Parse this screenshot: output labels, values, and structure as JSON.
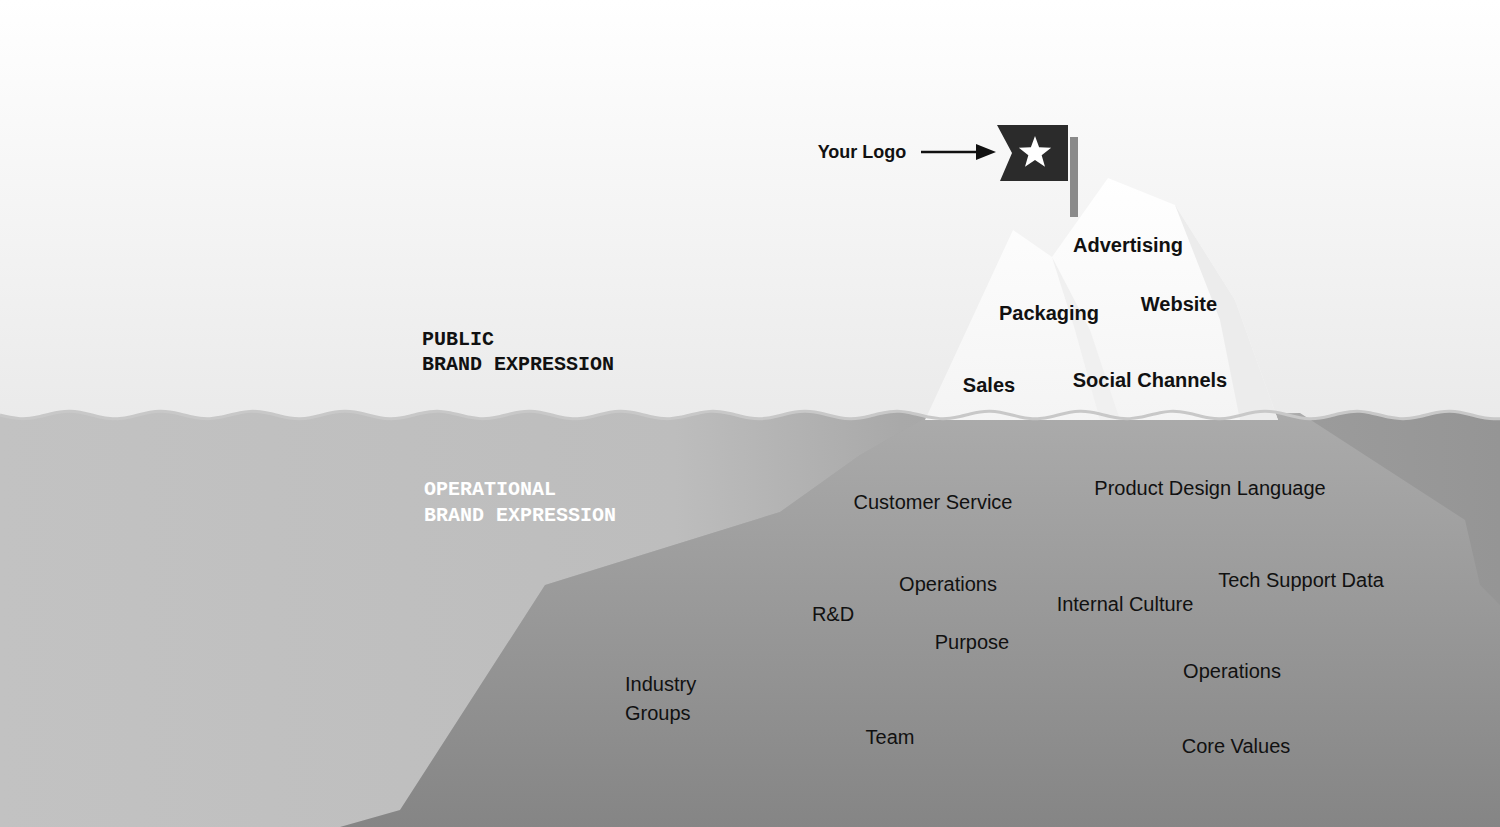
{
  "diagram": {
    "labels": [
      "Your Logo",
      "PUBLIC BRAND EXPRESSION",
      "Advertising",
      "Packaging",
      "Website",
      "Sales",
      "Social Channels",
      "OPERATIONAL BRAND EXPRESSION",
      "Customer Service",
      "Product Design Language",
      "Operations",
      "R&D",
      "Internal Culture",
      "Tech Support Data",
      "Purpose",
      "Operations",
      "Industry Groups",
      "Team",
      "Core Values"
    ]
  }
}
